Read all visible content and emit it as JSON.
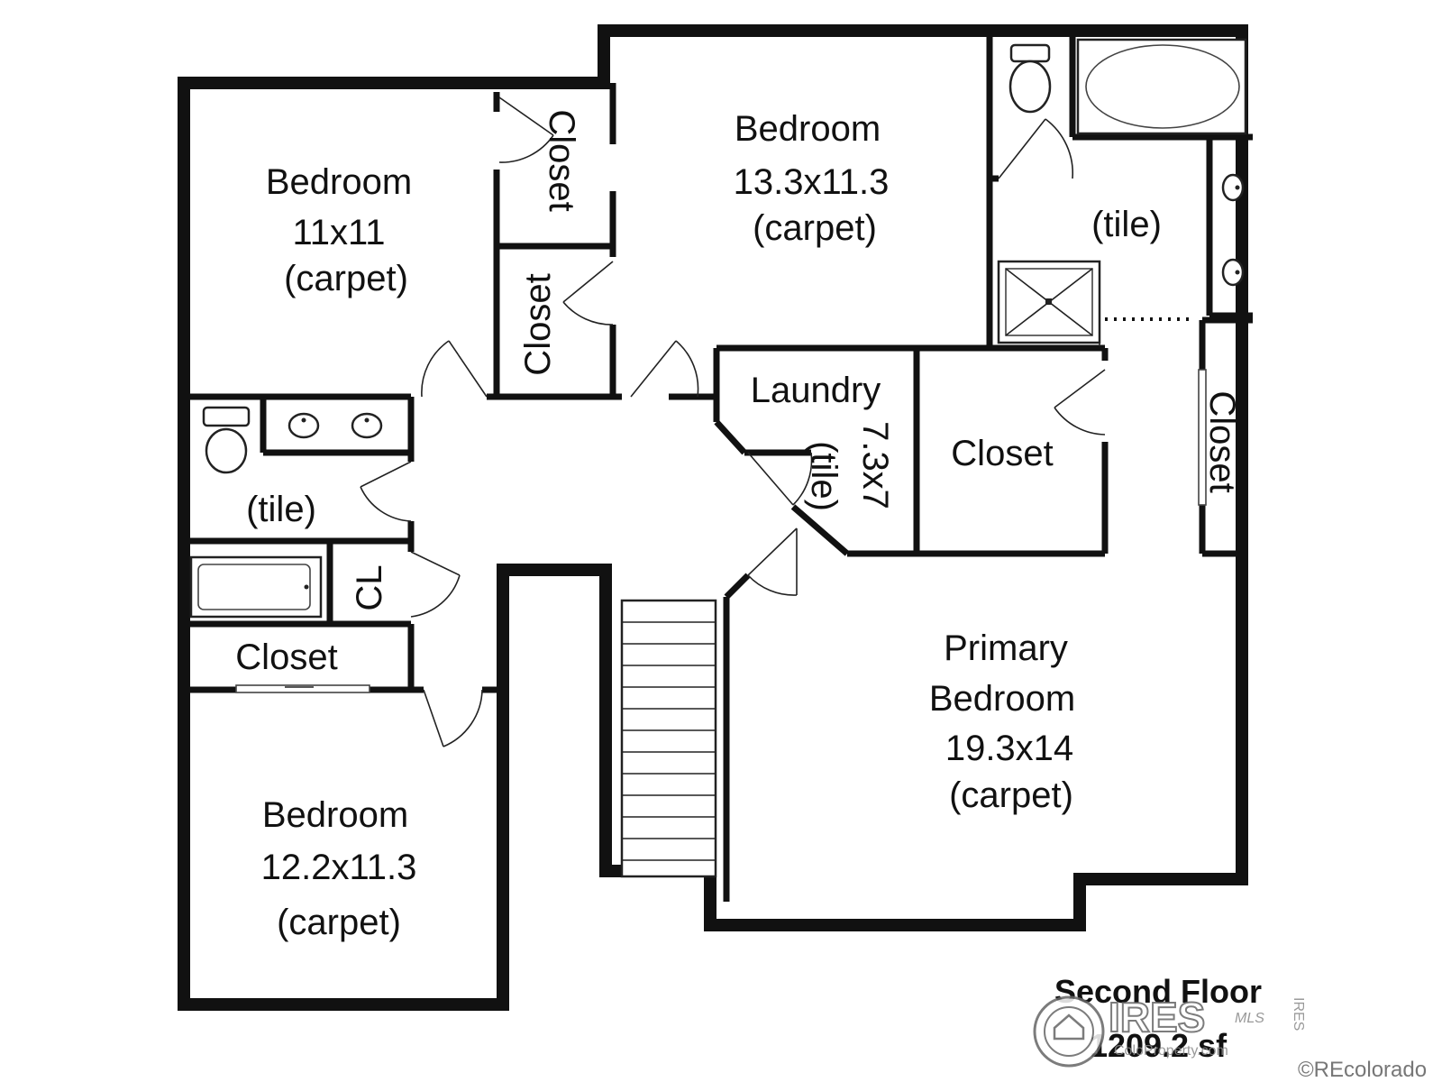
{
  "floor": {
    "title": "Second Floor",
    "area": "1209.2 sf"
  },
  "rooms": {
    "bedroom_nw": {
      "name": "Bedroom",
      "size": "11x11",
      "floor": "(carpet)"
    },
    "bedroom_n": {
      "name": "Bedroom",
      "size": "13.3x11.3",
      "floor": "(carpet)"
    },
    "bedroom_sw": {
      "name": "Bedroom",
      "size": "12.2x11.3",
      "floor": "(carpet)"
    },
    "primary": {
      "name_line1": "Primary",
      "name_line2": "Bedroom",
      "size": "19.3x14",
      "floor": "(carpet)"
    },
    "laundry": {
      "name": "Laundry",
      "size": "7.3x7",
      "floor": "(tile)"
    },
    "bath_primary": {
      "floor": "(tile)"
    },
    "bath_hall": {
      "floor": "(tile)"
    }
  },
  "closets": {
    "nw_upper": "Closet",
    "nw_lower": "Closet",
    "primary_mid": "Closet",
    "primary_east": "Closet",
    "hall_linen": "CL",
    "sw": "Closet"
  },
  "watermark": {
    "brand": "IRES",
    "brand_suffix": "MLS",
    "site": "ColoProperty.com",
    "vertical": "IRES",
    "credit": "©REcolorado"
  }
}
